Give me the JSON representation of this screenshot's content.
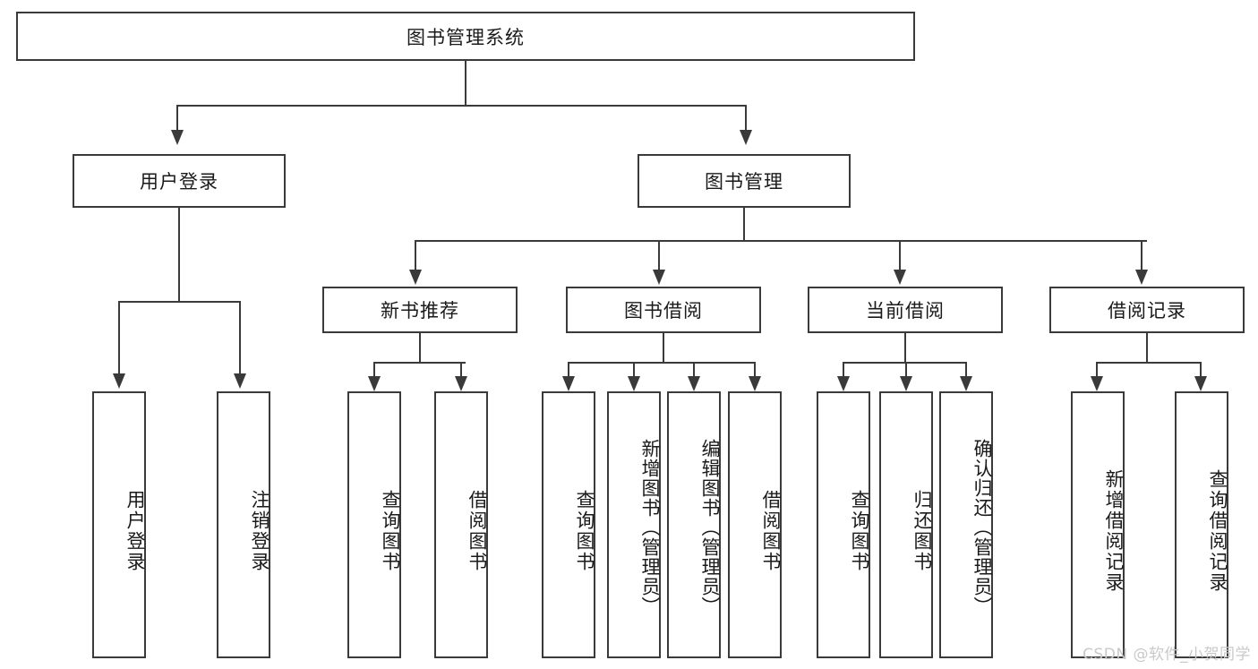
{
  "diagram": {
    "title": "图书管理系统",
    "watermark": "CSDN @软件_小贺同学",
    "stroke_color": "#3a3a3a",
    "text_color": "#1a1a1a",
    "background_color": "#ffffff",
    "watermark_color": "#c9c9c9",
    "root": {
      "label": "图书管理系统"
    },
    "level2": [
      {
        "label": "用户登录"
      },
      {
        "label": "图书管理"
      }
    ],
    "level3": [
      {
        "label": "新书推荐"
      },
      {
        "label": "图书借阅"
      },
      {
        "label": "当前借阅"
      },
      {
        "label": "借阅记录"
      }
    ],
    "leaves": {
      "user_login": [
        {
          "label": "用户登录"
        },
        {
          "label": "注销登录"
        }
      ],
      "new_book_recommend": [
        {
          "label": "查询图书"
        },
        {
          "label": "借阅图书"
        }
      ],
      "book_borrow": [
        {
          "label": "查询图书"
        },
        {
          "label": "新增图书（管理员）"
        },
        {
          "label": "编辑图书（管理员）"
        },
        {
          "label": "借阅图书"
        }
      ],
      "current_borrow": [
        {
          "label": "查询图书"
        },
        {
          "label": "归还图书"
        },
        {
          "label": "确认归还（管理员）"
        }
      ],
      "borrow_record": [
        {
          "label": "新增借阅记录"
        },
        {
          "label": "查询借阅记录"
        }
      ]
    }
  }
}
